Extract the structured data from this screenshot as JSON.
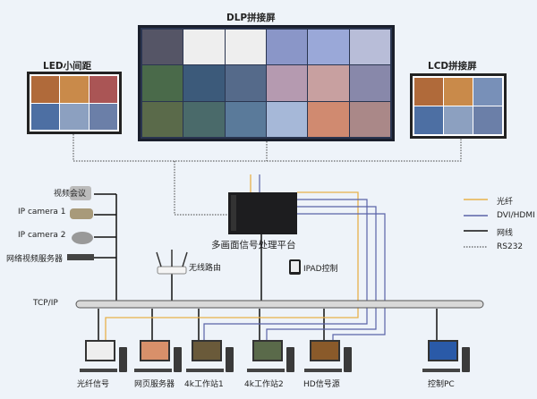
{
  "screens": {
    "led": "LED小间距",
    "dlp": "DLP拼接屏",
    "lcd": "LCD拼接屏"
  },
  "processor": {
    "label": "多画面信号处理平台"
  },
  "ipad": {
    "label": "IPAD控制"
  },
  "router": {
    "label": "无线路由"
  },
  "bus": {
    "label": "TCP/IP"
  },
  "left_devices": [
    "视频会议",
    "IP camera 1",
    "IP camera 2",
    "网络视频服务器"
  ],
  "pcs": [
    "光纤信号",
    "网页服务器",
    "4k工作站1",
    "4k工作站2",
    "HD信号源",
    "控制PC"
  ],
  "legend": [
    {
      "label": "光纤",
      "color": "#e8b24a"
    },
    {
      "label": "DVI/HDMI",
      "color": "#5a63a8"
    },
    {
      "label": "网线",
      "color": "#111111"
    },
    {
      "label": "RS232",
      "color": "#333333"
    }
  ]
}
